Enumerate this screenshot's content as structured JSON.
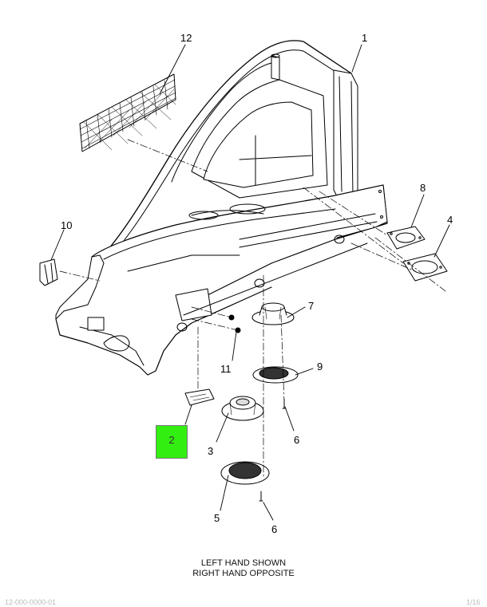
{
  "diagram": {
    "callouts": {
      "c1": "1",
      "c2": "2",
      "c3": "3",
      "c4": "4",
      "c5": "5",
      "c6a": "6",
      "c6b": "6",
      "c7": "7",
      "c8": "8",
      "c9": "9",
      "c10": "10",
      "c11": "11",
      "c12": "12"
    },
    "highlight": {
      "label": "2",
      "color": "#33ee11"
    },
    "caption": {
      "line1": "LEFT HAND SHOWN",
      "line2": "RIGHT HAND OPPOSITE"
    },
    "footer": {
      "left": "12-000-0000-01",
      "right": "1/16"
    }
  }
}
